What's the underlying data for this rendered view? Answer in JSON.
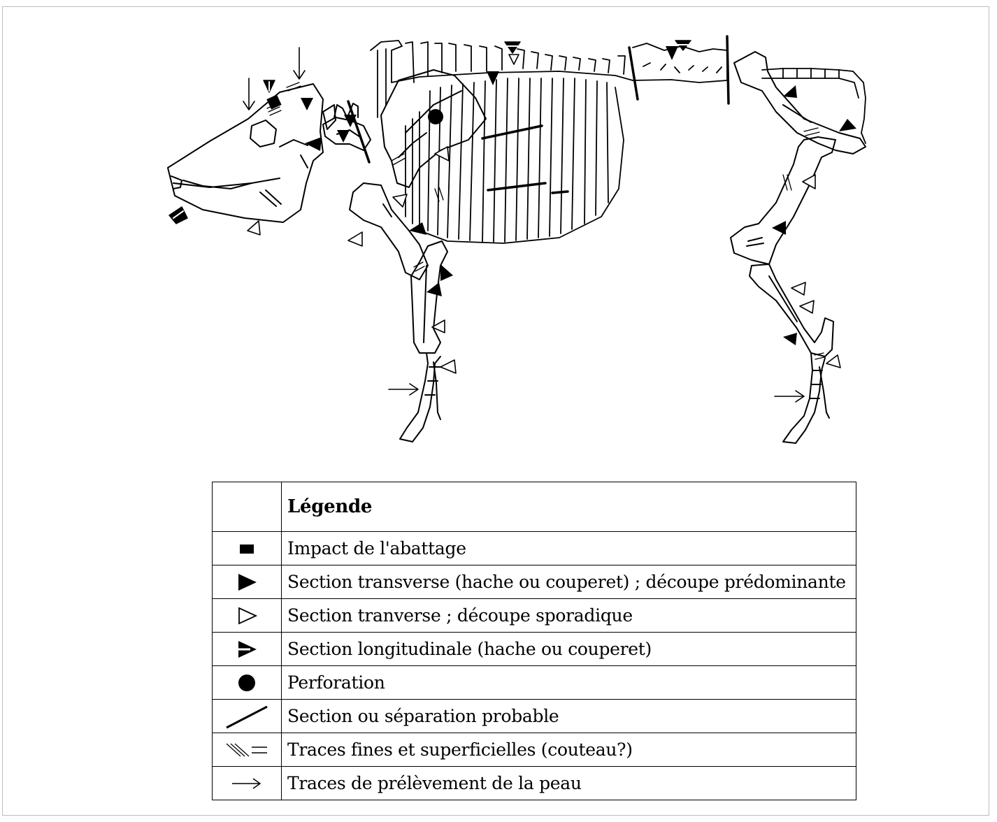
{
  "legend": {
    "title": "Légende",
    "rows": [
      {
        "symbol": "filled-square",
        "label": "Impact de l'abattage"
      },
      {
        "symbol": "filled-triangle",
        "label": "Section transverse (hache ou couperet) ; découpe prédominante"
      },
      {
        "symbol": "open-triangle",
        "label": "Section tranverse ; découpe sporadique"
      },
      {
        "symbol": "split-triangle",
        "label": "Section longitudinale (hache ou couperet)"
      },
      {
        "symbol": "filled-circle",
        "label": "Perforation"
      },
      {
        "symbol": "slash-line",
        "label": "Section ou séparation probable"
      },
      {
        "symbol": "fine-lines",
        "label": "Traces fines et superficielles (couteau?)"
      },
      {
        "symbol": "thin-arrow",
        "label": "Traces de prélèvement de la peau"
      }
    ]
  },
  "colors": {
    "ink": "#000000",
    "paper": "#ffffff",
    "frame": "#bdbdbd"
  }
}
